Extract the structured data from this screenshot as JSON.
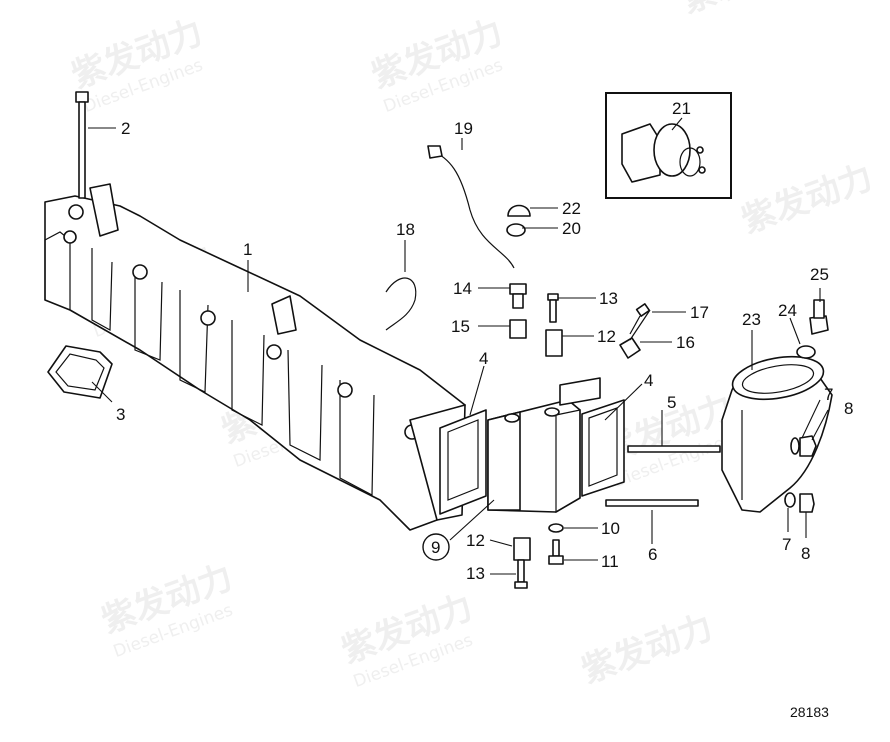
{
  "watermark": {
    "brand": "紫发动力",
    "sub": "Diesel-Engines"
  },
  "diagram_ref": "28183",
  "callouts": {
    "c1": "1",
    "c2": "2",
    "c3": "3",
    "c4a": "4",
    "c4b": "4",
    "c5": "5",
    "c6": "6",
    "c7a": "7",
    "c7b": "7",
    "c8a": "8",
    "c8b": "8",
    "c9": "9",
    "c10": "10",
    "c11": "11",
    "c12a": "12",
    "c12b": "12",
    "c13a": "13",
    "c13b": "13",
    "c14": "14",
    "c15": "15",
    "c16": "16",
    "c17": "17",
    "c18": "18",
    "c19": "19",
    "c20": "20",
    "c21": "21",
    "c22": "22",
    "c23": "23",
    "c24": "24",
    "c25": "25"
  }
}
